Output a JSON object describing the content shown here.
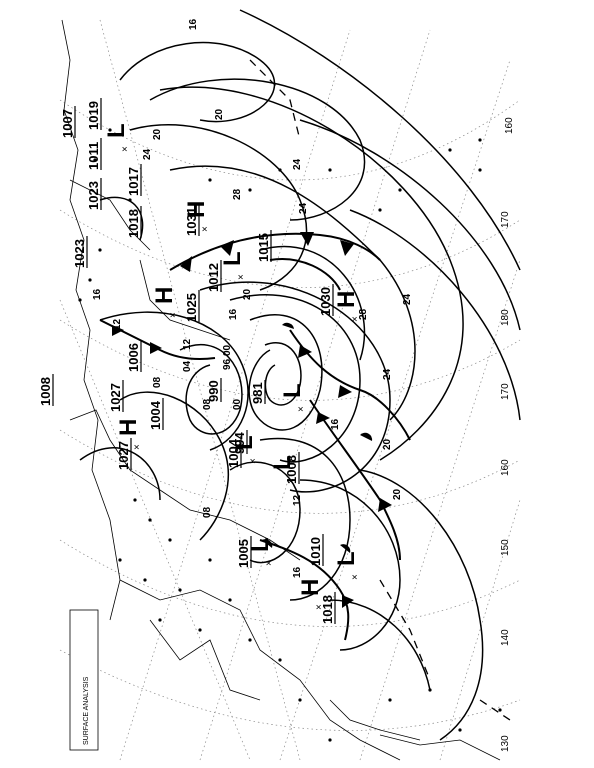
{
  "chart": {
    "title_block": "SURFACE ANALYSIS",
    "longitude_labels": [
      "130",
      "140",
      "150",
      "160",
      "170",
      "180",
      "170",
      "160"
    ],
    "pressure_labels": [
      "1007",
      "1011",
      "1023",
      "1019",
      "1023",
      "1018",
      "1017",
      "1031",
      "1012",
      "1015",
      "1030",
      "1025",
      "1006",
      "1027",
      "1008",
      "1004",
      "990",
      "981",
      "994",
      "1004",
      "1008",
      "1005",
      "1010",
      "1018",
      "1027"
    ],
    "contour_labels": [
      "16",
      "20",
      "24",
      "28",
      "12",
      "08",
      "04",
      "00",
      "96"
    ],
    "systems": [
      {
        "type": "H",
        "pressure": "1031"
      },
      {
        "type": "H",
        "pressure": "1025"
      },
      {
        "type": "H",
        "pressure": "1030"
      },
      {
        "type": "H",
        "pressure": "1027"
      },
      {
        "type": "H",
        "pressure": "1018"
      },
      {
        "type": "L",
        "pressure": "1023"
      },
      {
        "type": "L",
        "pressure": "1012"
      },
      {
        "type": "L",
        "pressure": "981"
      },
      {
        "type": "L",
        "pressure": "994"
      },
      {
        "type": "L",
        "pressure": "1008"
      },
      {
        "type": "L",
        "pressure": "1005"
      },
      {
        "type": "L",
        "pressure": "1010"
      }
    ]
  }
}
